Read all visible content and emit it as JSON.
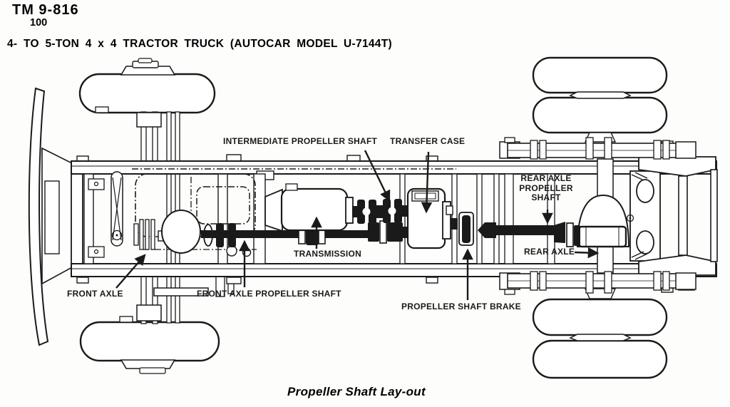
{
  "page": {
    "header": {
      "manual_number": "TM 9-816",
      "page_number": "100",
      "title": "4- TO 5-TON 4 x 4 TRACTOR TRUCK (AUTOCAR MODEL U-7144T)"
    },
    "caption": "Propeller Shaft Lay-out"
  },
  "diagram": {
    "ink_color": "#1a1a1a",
    "paper_color": "#fdfdfc",
    "labels": {
      "intermediate_propeller_shaft": "INTERMEDIATE PROPELLER SHAFT",
      "transfer_case": "TRANSFER CASE",
      "rear_axle_propeller_shaft": "REAR AXLE\nPROPELLER\nSHAFT",
      "rear_axle": "REAR AXLE",
      "transmission": "TRANSMISSION",
      "front_axle": "FRONT AXLE",
      "front_axle_propeller_shaft": "FRONT AXLE PROPELLER SHAFT",
      "propeller_shaft_brake": "PROPELLER SHAFT BRAKE"
    }
  }
}
